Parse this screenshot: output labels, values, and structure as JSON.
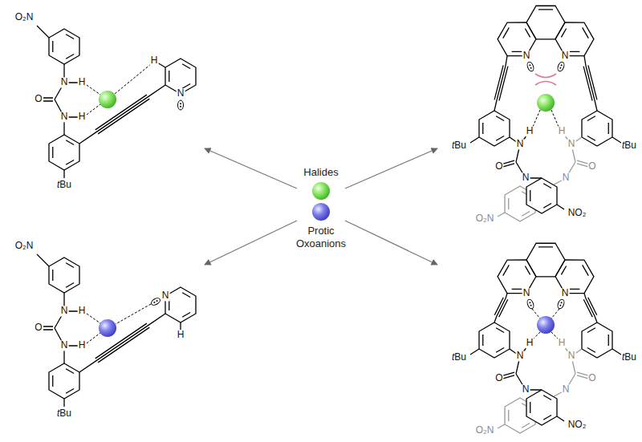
{
  "diagram": {
    "labels": [
      "O₂N",
      "N",
      "H",
      "O",
      "N",
      "H",
      "H",
      "N",
      "tBu",
      "N",
      "N",
      "tBu",
      "tBu",
      "N",
      "H",
      "O",
      "N",
      "N",
      "H",
      "O",
      "N",
      "NO₂",
      "O₂N",
      "Halides",
      "Protic",
      "Oxoanions",
      "O₂N",
      "N",
      "H",
      "O",
      "N",
      "H",
      "N",
      "H",
      "tBu",
      "N",
      "N",
      "tBu",
      "tBu",
      "N",
      "H",
      "O",
      "N",
      "N",
      "H",
      "O",
      "N",
      "NO₂",
      "O₂N"
    ]
  }
}
